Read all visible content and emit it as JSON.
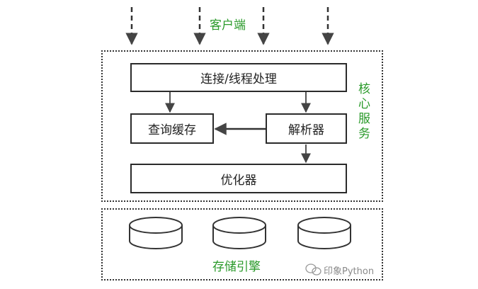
{
  "client": {
    "label": "客户端"
  },
  "core": {
    "label": "核心服务",
    "connection_box": "连接/线程处理",
    "query_cache_box": "查询缓存",
    "parser_box": "解析器",
    "optimizer_box": "优化器"
  },
  "storage": {
    "label": "存储引擎",
    "disk_count": 3
  },
  "watermark": {
    "text": "印象Python"
  },
  "colors": {
    "label_green": "#2a9a2a",
    "border": "#2b2b2b"
  }
}
